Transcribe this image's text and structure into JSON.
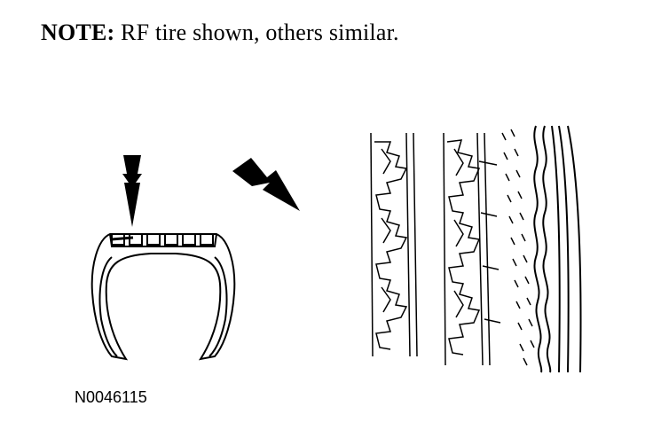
{
  "note": {
    "label": "NOTE:",
    "text": "RF tire shown, others similar."
  },
  "figure_code": "N0046115",
  "icons": {
    "down_arrow": "down-arrow-icon",
    "diagonal_arrow": "diagonal-arrow-icon"
  },
  "colors": {
    "ink": "#000000",
    "paper": "#ffffff"
  }
}
